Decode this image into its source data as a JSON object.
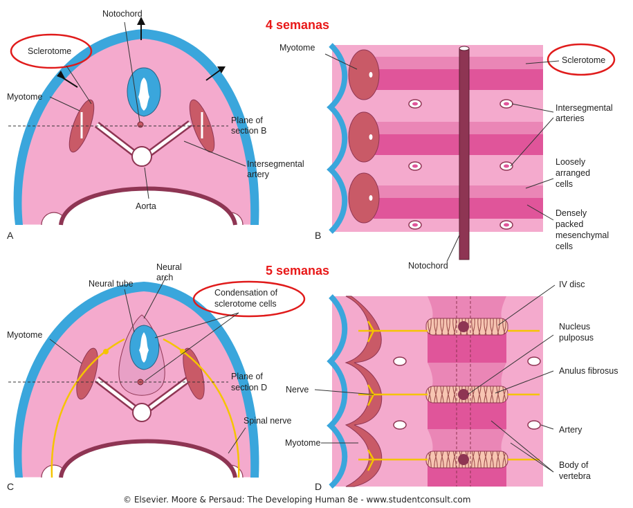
{
  "headings": {
    "week4": "4 semanas",
    "week5": "5 semanas"
  },
  "panels": {
    "a": "A",
    "b": "B",
    "c": "C",
    "d": "D"
  },
  "panel_a": {
    "notochord": "Notochord",
    "sclerotome": "Sclerotome",
    "myotome": "Myotome",
    "plane_line1": "Plane of",
    "plane_line2": "section B",
    "interseg_line1": "Intersegmental",
    "interseg_line2": "artery",
    "aorta": "Aorta"
  },
  "panel_b": {
    "myotome": "Myotome",
    "sclerotome": "Sclerotome",
    "interseg_line1": "Intersegmental",
    "interseg_line2": "arteries",
    "loose_line1": "Loosely",
    "loose_line2": "arranged",
    "loose_line3": "cells",
    "dense_line1": "Densely",
    "dense_line2": "packed",
    "dense_line3": "mesenchymal",
    "dense_line4": "cells",
    "notochord": "Notochord"
  },
  "panel_c": {
    "neural_arch_line1": "Neural",
    "neural_arch_line2": "arch",
    "neural_tube": "Neural tube",
    "condensation_line1": "Condensation of",
    "condensation_line2": "sclerotome cells",
    "myotome": "Myotome",
    "plane_line1": "Plane of",
    "plane_line2": "section D",
    "spinal_nerve": "Spinal nerve"
  },
  "panel_d": {
    "iv_disc": "IV disc",
    "nucleus_line1": "Nucleus",
    "nucleus_line2": "pulposus",
    "anulus": "Anulus fibrosus",
    "nerve": "Nerve",
    "myotome": "Myotome",
    "artery": "Artery",
    "body_line1": "Body of",
    "body_line2": "vertebra"
  },
  "credit": "© Elsevier. Moore & Persaud: The Developing Human 8e - www.studentconsult.com",
  "colors": {
    "ectoderm": "#3aa6dc",
    "tissue": "#f4aacd",
    "dense": "#e0559a",
    "myotome": "#c95a67",
    "nerve": "#f5c400",
    "highlight": "#e01b1b"
  }
}
